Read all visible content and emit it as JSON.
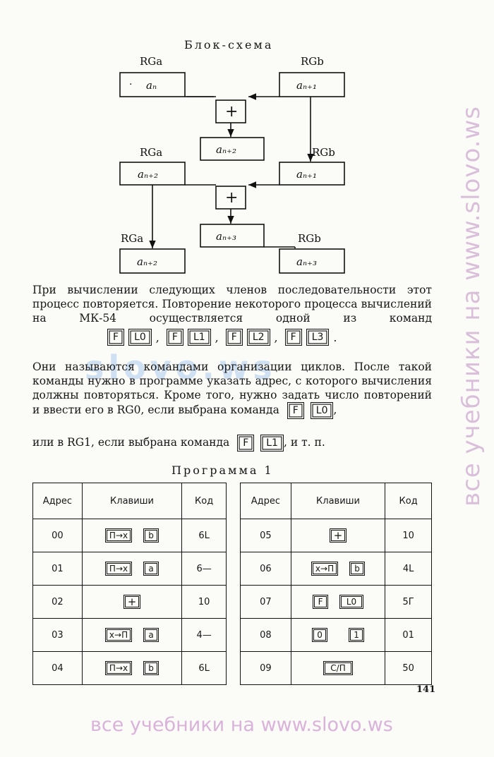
{
  "scheme": {
    "title": "Блок-схема",
    "registers": {
      "a": "RGa",
      "b": "RGb"
    },
    "cells": {
      "an": "aₙ",
      "an1": "aₙ₊₁",
      "an2": "aₙ₊₂",
      "an3": "aₙ₊₃"
    },
    "plus": "+"
  },
  "text": {
    "para1": "При вычислении следующих членов последовательности этот процесс повторяется. Повторение некоторого процесса вычислений на МК-54 осуществляется одной из команд",
    "cmd_keys": [
      "F",
      "L0",
      "F",
      "L1",
      "F",
      "L2",
      "F",
      "L3"
    ],
    "sep": ",",
    "end": ".",
    "para2": "Они называются командами организации циклов. После такой команды нужно в программе указать адрес, с которого вычисления должны повторяться. Кроме того, нужно задать число повторений и ввести его в RG0, если выбрана команда",
    "para2_key1": "F",
    "para2_key2": "L0",
    "para2_tail": ",",
    "para3": "или в RG1, если выбрана команда",
    "para3_key1": "F",
    "para3_key2": "L1",
    "para3_tail": ", и т. п."
  },
  "program": {
    "title": "Программа 1",
    "headers": {
      "addr": "Адрес",
      "keys": "Клавиши",
      "code": "Код"
    },
    "left": [
      {
        "addr": "00",
        "keys": [
          "П→x",
          "b"
        ],
        "code": "6L"
      },
      {
        "addr": "01",
        "keys": [
          "П→x",
          "a"
        ],
        "code": "6—"
      },
      {
        "addr": "02",
        "keys": [
          "+"
        ],
        "code": "10"
      },
      {
        "addr": "03",
        "keys": [
          "x→П",
          "a"
        ],
        "code": "4—"
      },
      {
        "addr": "04",
        "keys": [
          "П→x",
          "b"
        ],
        "code": "6L"
      }
    ],
    "right": [
      {
        "addr": "05",
        "keys": [
          "+"
        ],
        "code": "10"
      },
      {
        "addr": "06",
        "keys": [
          "x→П",
          "b"
        ],
        "code": "4L"
      },
      {
        "addr": "07",
        "keys": [
          "F",
          "L0"
        ],
        "code": "5Г"
      },
      {
        "addr": "08",
        "keys": [
          "0",
          "1"
        ],
        "code": "01"
      },
      {
        "addr": "09",
        "keys": [
          "С/П"
        ],
        "code": "50"
      }
    ]
  },
  "page_number": "141",
  "watermark": {
    "side": "все учебники на www.slovo.ws",
    "bottom": "все учебники на www.slovo.ws",
    "mid": "slovo.ws"
  }
}
